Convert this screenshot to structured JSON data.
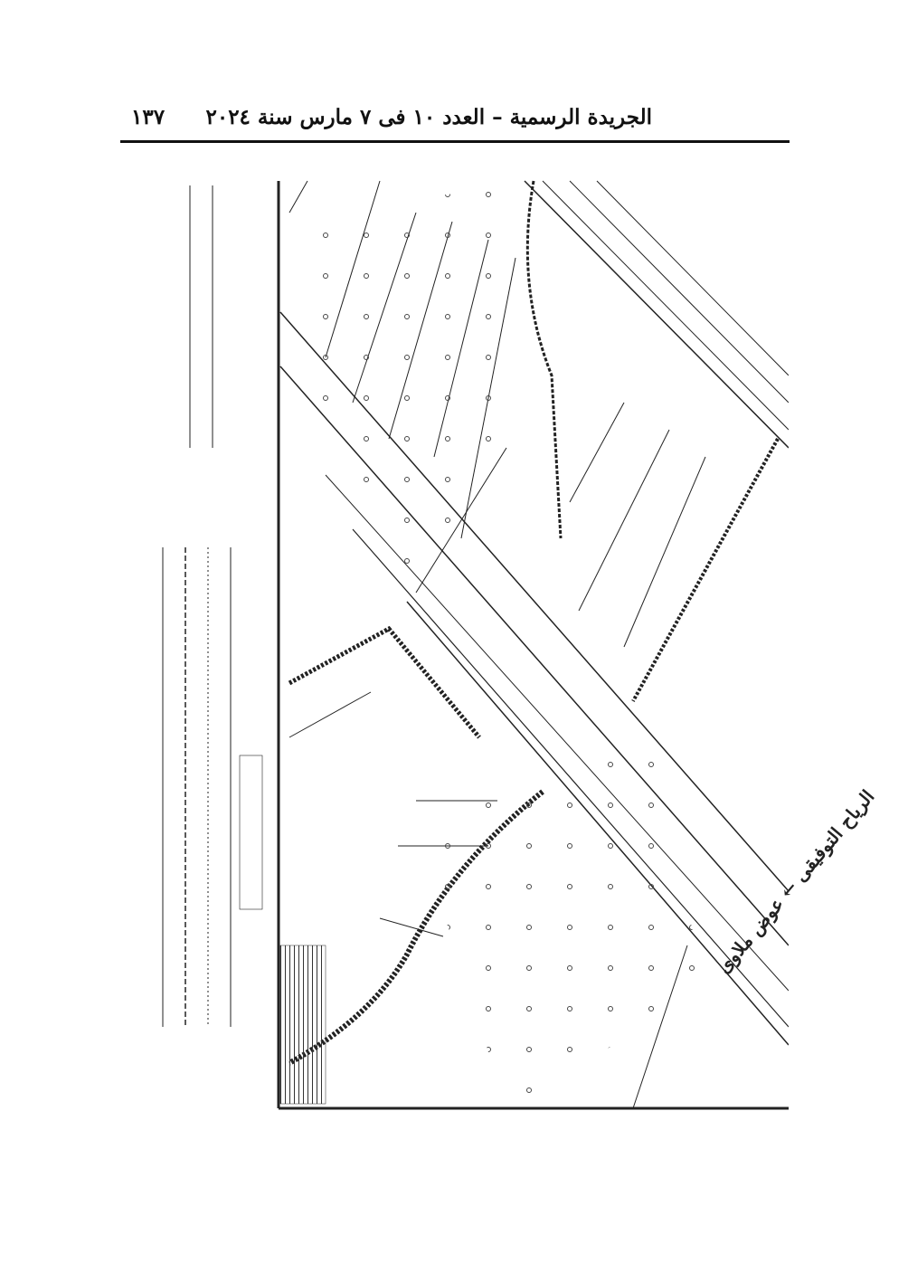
{
  "header": {
    "title": "الجريدة الرسمية – العدد ١٠ فى ٧ مارس سنة ٢٠٢٤",
    "page_number": "١٣٧"
  },
  "map": {
    "canal_label": "الرياح التوفيقى ← عوض ملاوى"
  }
}
